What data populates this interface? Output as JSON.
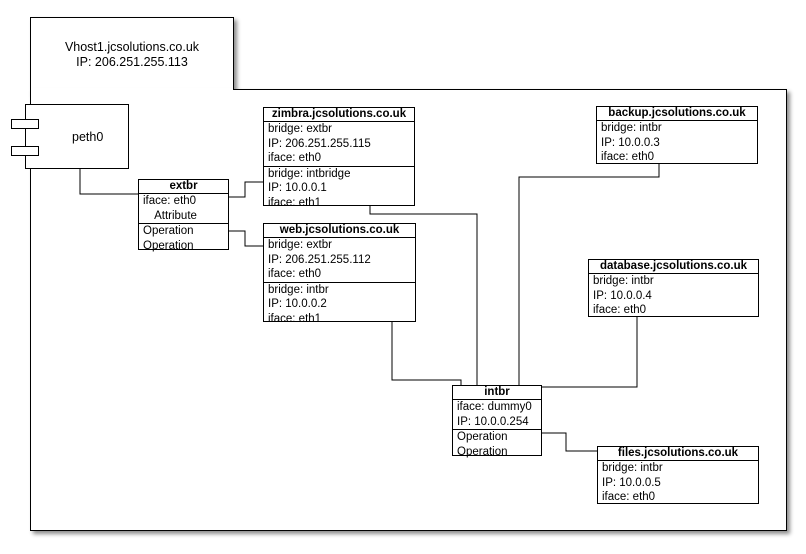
{
  "host": {
    "name": "Vhost1.jcsolutions.co.uk",
    "ip": "IP: 206.251.255.113"
  },
  "peth0": {
    "label": "peth0"
  },
  "extbr": {
    "title": "extbr",
    "attrs": [
      "iface: eth0",
      "Attribute"
    ],
    "ops": [
      "Operation",
      "Operation"
    ]
  },
  "zimbra": {
    "title": "zimbra.jcsolutions.co.uk",
    "sec1": [
      "bridge: extbr",
      "IP: 206.251.255.115",
      "iface: eth0"
    ],
    "sec2": [
      "bridge: intbridge",
      "IP: 10.0.0.1",
      "iface: eth1"
    ]
  },
  "web": {
    "title": "web.jcsolutions.co.uk",
    "sec1": [
      "bridge: extbr",
      "IP: 206.251.255.112",
      "iface: eth0"
    ],
    "sec2": [
      "bridge: intbr",
      "IP: 10.0.0.2",
      "iface: eth1"
    ]
  },
  "backup": {
    "title": "backup.jcsolutions.co.uk",
    "lines": [
      "bridge: intbr",
      "IP: 10.0.0.3",
      "iface: eth0"
    ]
  },
  "database": {
    "title": "database.jcsolutions.co.uk",
    "lines": [
      "bridge: intbr",
      "IP: 10.0.0.4",
      "iface: eth0"
    ]
  },
  "intbr": {
    "title": "intbr",
    "attrs": [
      "iface: dummy0",
      "IP: 10.0.0.254"
    ],
    "ops": [
      "Operation",
      "Operation"
    ]
  },
  "files": {
    "title": "files.jcsolutions.co.uk",
    "lines": [
      "bridge: intbr",
      "IP: 10.0.0.5",
      "iface: eth0"
    ]
  }
}
